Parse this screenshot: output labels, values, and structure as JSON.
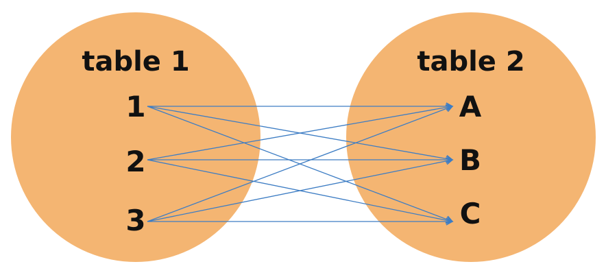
{
  "colors": {
    "circle_fill": "#F4B572",
    "arrow": "#3D7DC4",
    "text": "#111111",
    "background": "#FFFFFF"
  },
  "left_table": {
    "title": "table 1",
    "items": [
      "1",
      "2",
      "3"
    ]
  },
  "right_table": {
    "title": "table 2",
    "items": [
      "A",
      "B",
      "C"
    ]
  },
  "connections": [
    {
      "from": "1",
      "to": "A"
    },
    {
      "from": "1",
      "to": "B"
    },
    {
      "from": "1",
      "to": "C"
    },
    {
      "from": "2",
      "to": "A"
    },
    {
      "from": "2",
      "to": "B"
    },
    {
      "from": "2",
      "to": "C"
    },
    {
      "from": "3",
      "to": "A"
    },
    {
      "from": "3",
      "to": "B"
    },
    {
      "from": "3",
      "to": "C"
    }
  ]
}
